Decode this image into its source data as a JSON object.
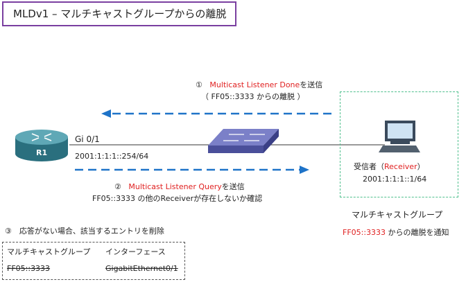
{
  "title": "MLDv1 – マルチキャストグループからの離脱",
  "step1": {
    "num": "①",
    "red": "Multicast Listener Done",
    "rest": "を送信",
    "sub": "（ FF05::3333 からの離脱 ）"
  },
  "step2": {
    "num": "②",
    "red": "Multicast Listener Query",
    "rest": "を送信",
    "sub": "FF05::3333 の他のReceiverが存在しないか確認"
  },
  "step3": {
    "text": "③　応答がない場合、該当するエントリを削除"
  },
  "router": {
    "name": "R1",
    "interface": "Gi 0/1",
    "address": "2001:1:1:1::254/64"
  },
  "receiver": {
    "prefix": "受信者（",
    "name": "Receiver",
    "suffix": "）",
    "address": "2001:1:1:1::1/64"
  },
  "group": {
    "label": "マルチキャストグループ",
    "addr": "FF05::3333",
    "notice": " からの離脱を通知"
  },
  "table": {
    "headers": [
      "マルチキャストグループ",
      "インターフェース"
    ],
    "row": [
      "FF05::3333",
      "GigabitEthernet0/1"
    ]
  },
  "colors": {
    "title_border": "#7a3fa0",
    "arrow": "#1e73c8",
    "highlight": "#e02020",
    "group_box": "#4fc08d",
    "router": "#2f7f8f",
    "switch": "#5a5fae"
  }
}
